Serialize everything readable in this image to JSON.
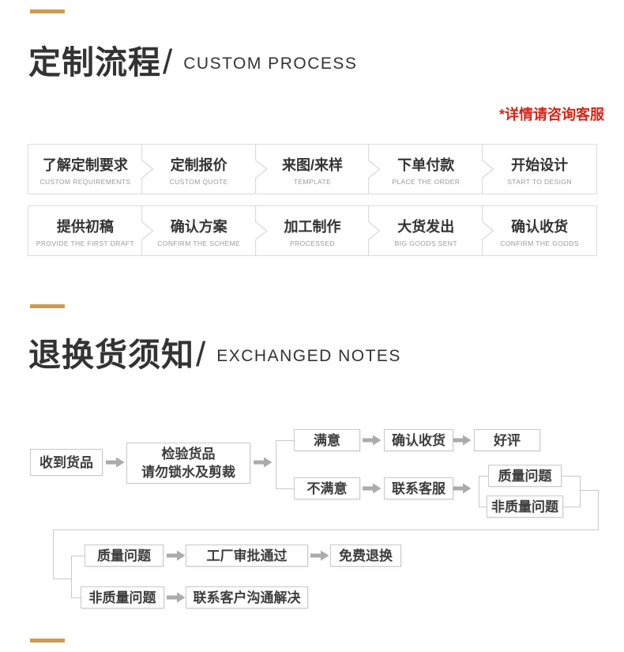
{
  "theme": {
    "accent": "#CD9B52",
    "note_red": "#D2271A"
  },
  "custom_section": {
    "title_cn": "定制流程",
    "title_divider": "/",
    "title_en": "CUSTOM PROCESS",
    "note": "*详情请咨询客服",
    "rows": [
      [
        {
          "cn": "了解定制要求",
          "en": "CUSTOM REQUIREMENTS"
        },
        {
          "cn": "定制报价",
          "en": "CUSTOM QUOTE"
        },
        {
          "cn": "来图/来样",
          "en": "TEMPLATE"
        },
        {
          "cn": "下单付款",
          "en": "PLACE THE ORDER"
        },
        {
          "cn": "开始设计",
          "en": "START TO DESIGN"
        }
      ],
      [
        {
          "cn": "提供初稿",
          "en": "PROVIDE THE FIRST DRAFT"
        },
        {
          "cn": "确认方案",
          "en": "CONFIRM THE SCHEME"
        },
        {
          "cn": "加工制作",
          "en": "PROCESSED"
        },
        {
          "cn": "大货发出",
          "en": "BIG GOODS SENT"
        },
        {
          "cn": "确认收货",
          "en": "CONFIRM THE GOODS"
        }
      ]
    ]
  },
  "exchange_section": {
    "title_cn": "退换货须知",
    "title_divider": "/",
    "title_en": "EXCHANGED NOTES",
    "flow": {
      "received": "收到货品",
      "inspect_line1": "检验货品",
      "inspect_line2": "请勿锁水及剪裁",
      "satisfied": "满意",
      "confirm_receipt": "确认收货",
      "good_review": "好评",
      "unsatisfied": "不满意",
      "contact_service": "联系客服",
      "quality_issue_right": "质量问题",
      "non_quality_issue_right": "非质量问题",
      "quality_issue_bottom": "质量问题",
      "factory_approval": "工厂审批通过",
      "free_exchange": "免费退换",
      "non_quality_issue_bottom": "非质量问题",
      "contact_customer": "联系客户沟通解决"
    }
  }
}
